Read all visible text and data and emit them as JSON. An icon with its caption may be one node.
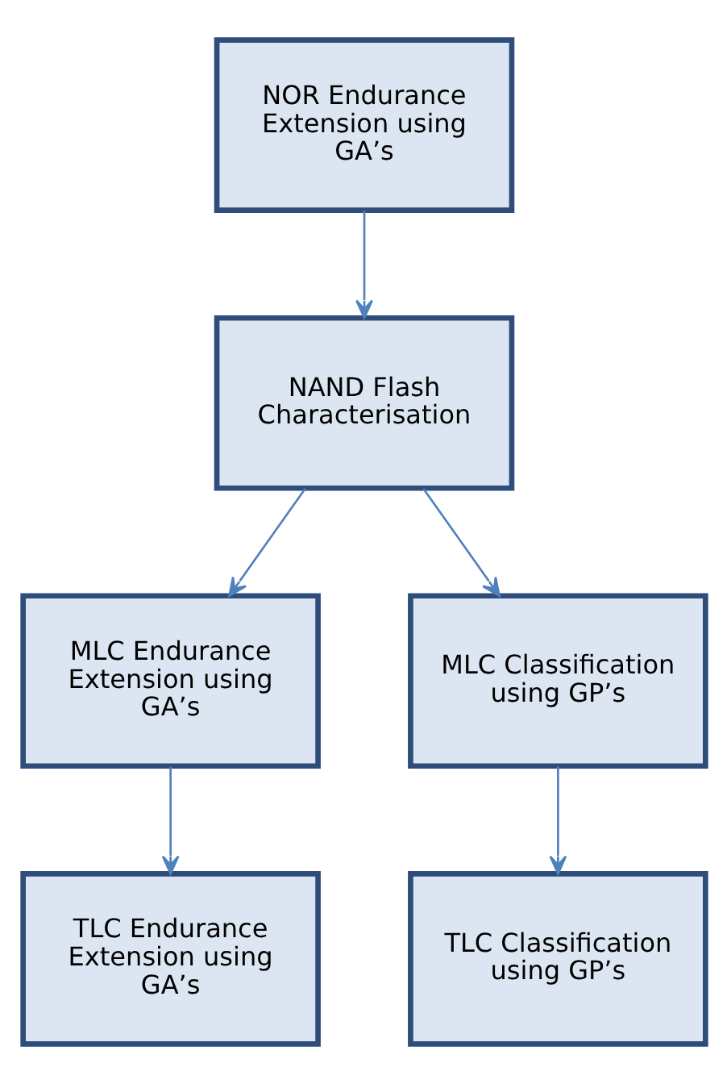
{
  "diagram": {
    "nodes": [
      {
        "text": [
          "NOR Endurance Extension using GA’s"
        ]
      },
      {
        "text": [
          "NAND Flash Characterisation"
        ]
      },
      {
        "text": [
          "MLC Endurance Extension using GA’s"
        ]
      },
      {
        "text": [
          "MLC Classification using GP’s"
        ]
      },
      {
        "text": [
          "TLC Endurance Extension using GA’s"
        ]
      },
      {
        "text": [
          "TLC Classification using GP’s"
        ]
      }
    ],
    "edges": [
      {
        "from": 0,
        "to": 1,
        "arrow": "to"
      },
      {
        "from": 1,
        "to": 2,
        "arrow": "to"
      },
      {
        "from": 1,
        "to": 3,
        "arrow": "to"
      },
      {
        "from": 2,
        "to": 4,
        "arrow": "to"
      },
      {
        "from": 3,
        "to": 5,
        "arrow": "to"
      }
    ]
  }
}
